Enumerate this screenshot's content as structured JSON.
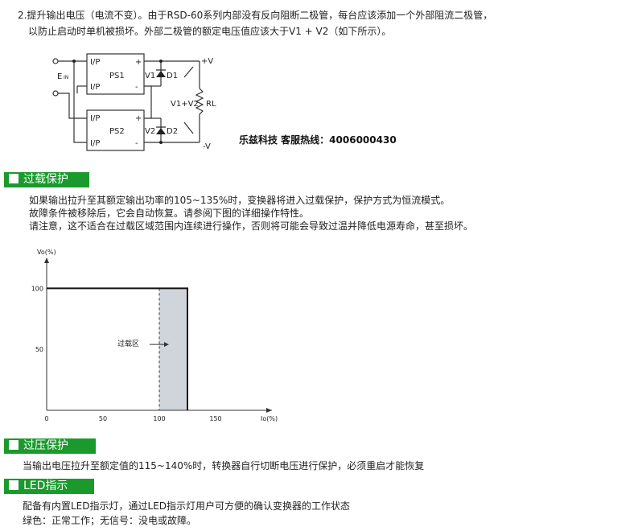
{
  "intro": {
    "line1": "2.提升输出电压（电流不变）。由于RSD-60系列内部没有反向阻断二极管，每台应该添加一个外部阻流二极管，",
    "line2": "以防止启动时单机被损坏。外部二极管的额定电压值应该大于V1 + V2（如下所示）。"
  },
  "circuit": {
    "ein": "E",
    "ein_sub": "IN",
    "ps1": "PS1",
    "ps2": "PS2",
    "ip": "I/P",
    "plus": "+",
    "minus": "-",
    "v1": "V1",
    "v2": "V2",
    "d1": "D1",
    "d2": "D2",
    "vsum": "V1+V2",
    "rl": "RL",
    "pos_out": "+V",
    "neg_out": "-V"
  },
  "hotline": "乐兹科技 客服热线：4006000430",
  "overload": {
    "heading": "过载保护",
    "line1": "如果输出拉升至其额定输出功率的105~135%时，变换器将进入过载保护，保护方式为恒流模式。",
    "line2": "故障条件被移除后，它会自动恢复。请参阅下图的详细操作特性。",
    "line3": "请注意，这不适合在过载区域范围内连续进行操作，否则将可能会导致过温并降低电源寿命，甚至损坏。"
  },
  "chart_data": {
    "type": "line",
    "xlabel": "Io(%)",
    "ylabel": "Vo(%)",
    "xlim": [
      0,
      200
    ],
    "ylim": [
      0,
      120
    ],
    "x_ticks": [
      "0",
      "50",
      "100",
      "150"
    ],
    "y_ticks": [
      "100",
      "50"
    ],
    "series": [
      {
        "x": [
          0,
          125,
          125
        ],
        "y": [
          100,
          100,
          0
        ]
      }
    ],
    "shaded_region": {
      "x_start": 100,
      "x_end": 125,
      "label": "过载区"
    }
  },
  "overvoltage": {
    "heading": "过压保护",
    "line1": "当输出电压拉升至额定值的115~140%时，转换器自行切断电压进行保护，必须重启才能恢复"
  },
  "led": {
    "heading": "LED指示",
    "line1": "配备有内置LED指示灯，通过LED指示灯用户可方便的确认变换器的工作状态",
    "line2": "绿色：正常工作；无信号：没电或故障。"
  },
  "colors": {
    "section_bg": "#1a9a2c",
    "shade": "#d0d5dc"
  }
}
